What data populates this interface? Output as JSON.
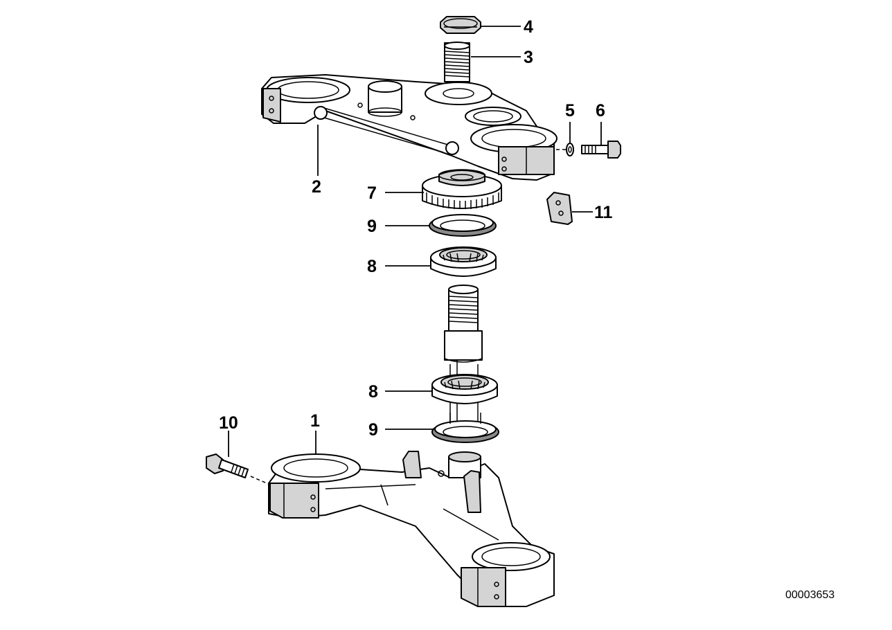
{
  "diagram": {
    "document_number": "00003653",
    "callouts": [
      {
        "id": "callout-1",
        "label": "1"
      },
      {
        "id": "callout-2",
        "label": "2"
      },
      {
        "id": "callout-3",
        "label": "3"
      },
      {
        "id": "callout-4",
        "label": "4"
      },
      {
        "id": "callout-5",
        "label": "5"
      },
      {
        "id": "callout-6",
        "label": "6"
      },
      {
        "id": "callout-7",
        "label": "7"
      },
      {
        "id": "callout-8-top",
        "label": "8"
      },
      {
        "id": "callout-8-bottom",
        "label": "8"
      },
      {
        "id": "callout-9-top",
        "label": "9"
      },
      {
        "id": "callout-9-bottom",
        "label": "9"
      },
      {
        "id": "callout-10",
        "label": "10"
      },
      {
        "id": "callout-11",
        "label": "11"
      }
    ]
  }
}
